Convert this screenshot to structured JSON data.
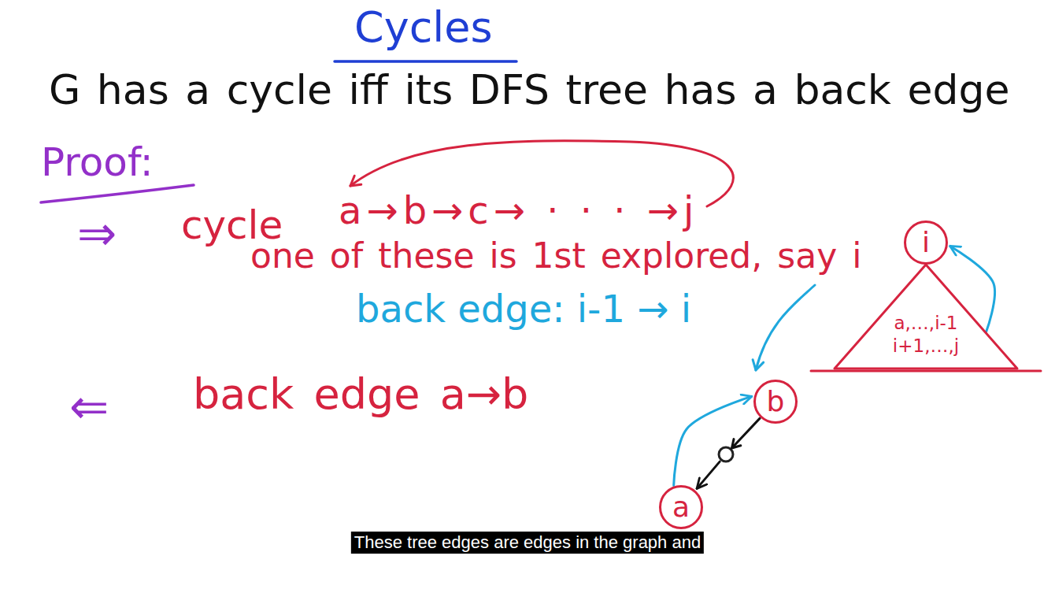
{
  "diagram": {
    "title": "Cycles",
    "caption": "These tree edges are edges in the graph and",
    "nodes": [
      {
        "text": [
          "i"
        ]
      },
      {
        "text": [
          "a,…,i-1 i+1,…,j"
        ]
      },
      {
        "text": [
          "b"
        ]
      },
      {
        "text": [
          "a"
        ]
      }
    ],
    "edges": [
      {
        "from": 1,
        "to": 0,
        "arrow": "to"
      },
      {
        "from": 2,
        "to": 3,
        "arrow": "to"
      },
      {
        "from": 3,
        "to": 2,
        "arrow": "to"
      }
    ],
    "labels": [
      "G has a cycle iff its DFS tree has a back edge",
      "Proof:",
      "⇒",
      "cycle",
      "a→b→c→ · · · →j",
      "one of these is 1st explored, say i",
      "back edge: i-1 → i",
      "⇐",
      "back edge a→b"
    ]
  }
}
